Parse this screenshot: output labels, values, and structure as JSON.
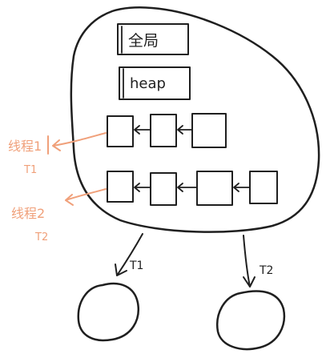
{
  "process": {
    "global_label": "全局",
    "heap_label": "heap",
    "thread1_label": "线程1",
    "thread1_short": "T1",
    "thread2_label": "线程2",
    "thread2_short": "T2",
    "stack1_frames": 3,
    "stack2_frames": 4
  },
  "children": {
    "left_arrow_label": "T1",
    "right_arrow_label": "T2"
  },
  "colors": {
    "ink": "#1f1f1f",
    "annotation": "#f0a07a"
  }
}
